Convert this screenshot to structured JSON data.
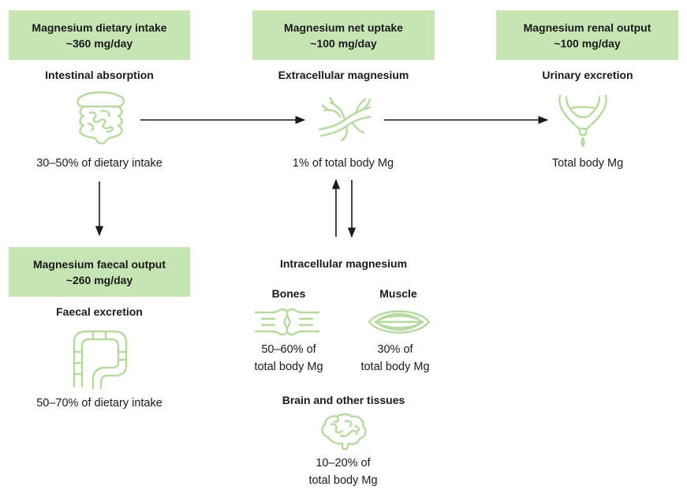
{
  "colors": {
    "box_fill": "#c6e4b4",
    "icon_stroke": "#b6d9a0",
    "arrow": "#1a1a1a"
  },
  "boxes": {
    "dietary_intake": {
      "line1": "Magnesium dietary intake",
      "line2": "~360 mg/day"
    },
    "net_uptake": {
      "line1": "Magnesium net uptake",
      "line2": "~100 mg/day"
    },
    "renal_output": {
      "line1": "Magnesium renal output",
      "line2": "~100 mg/day"
    },
    "faecal_output": {
      "line1": "Magnesium faecal output",
      "line2": "~260 mg/day"
    }
  },
  "headings": {
    "intestinal": "Intestinal absorption",
    "extracellular": "Extracellular magnesium",
    "urinary": "Urinary excretion",
    "faecal": "Faecal excretion",
    "intracellular": "Intracellular magnesium",
    "bones": "Bones",
    "muscle": "Muscle",
    "brain": "Brain and other tissues"
  },
  "values": {
    "intestinal": "30–50% of dietary intake",
    "extracellular": "1% of total body Mg",
    "urinary": "Total body Mg",
    "faecal": "50–70% of dietary intake",
    "bones_1": "50–60% of",
    "bones_2": "total body Mg",
    "muscle_1": "30% of",
    "muscle_2": "total body Mg",
    "brain_1": "10–20% of",
    "brain_2": "total body Mg"
  },
  "icons": [
    "intestine-icon",
    "blood-vessel-icon",
    "bladder-icon",
    "colon-icon",
    "bone-joint-icon",
    "muscle-icon",
    "brain-icon"
  ]
}
